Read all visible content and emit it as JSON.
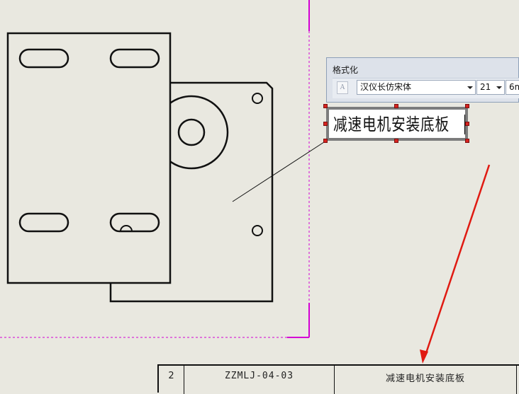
{
  "format_toolbar": {
    "title": "格式化",
    "font_name": "汉仪长仿宋体",
    "font_size": "21",
    "unit_partial": "6m"
  },
  "note_editor": {
    "text": "减速电机安装底板"
  },
  "title_block": {
    "item_no": "2",
    "part_code": "ZZMLJ-04-03",
    "part_name": "减速电机安装底板"
  },
  "colors": {
    "background": "#e9e8e0",
    "sheet_border": "#d400d4",
    "handles": "#d8231f",
    "arrow": "#e01a12"
  }
}
